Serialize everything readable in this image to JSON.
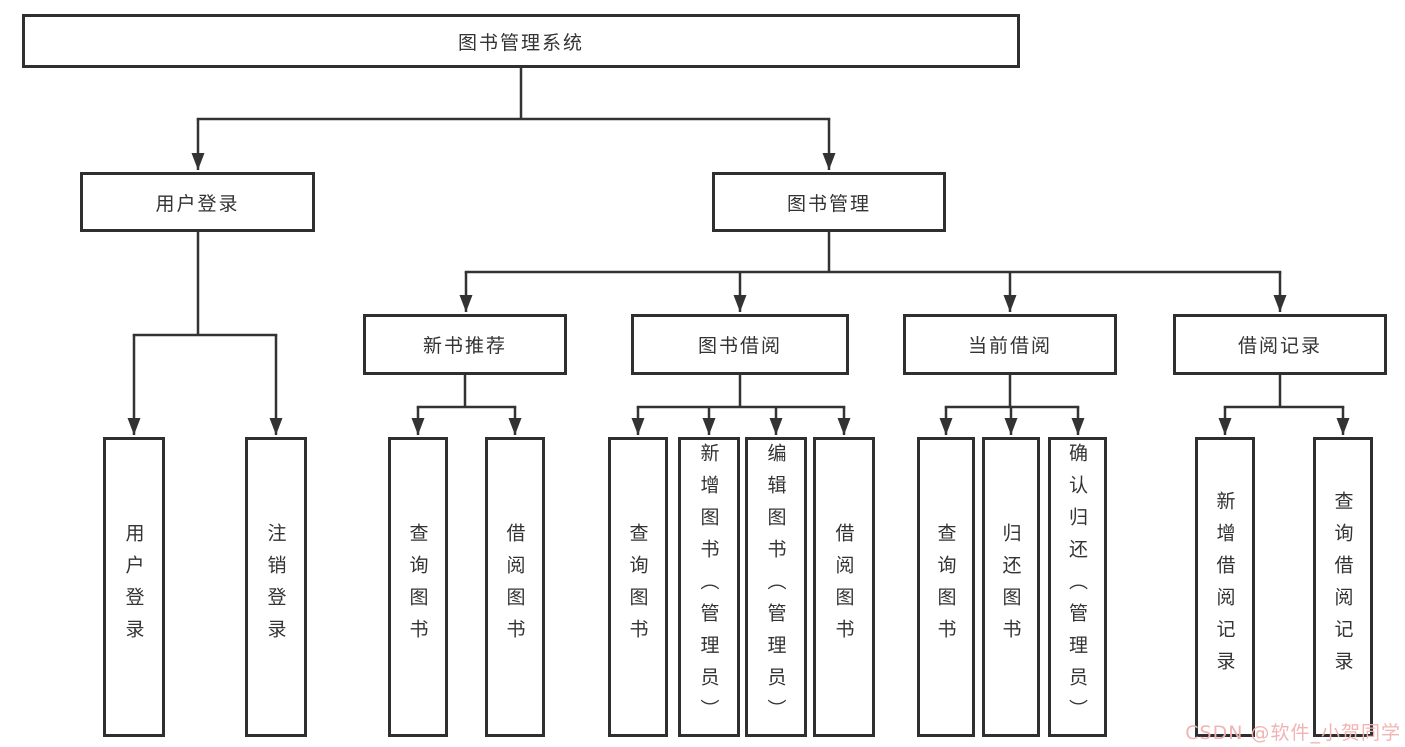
{
  "nodes": {
    "root": {
      "label": "图书管理系统"
    },
    "user_login": {
      "label": "用户登录"
    },
    "book_mgmt": {
      "label": "图书管理"
    },
    "new_book_rec": {
      "label": "新书推荐"
    },
    "book_borrow": {
      "label": "图书借阅"
    },
    "current_borrow": {
      "label": "当前借阅"
    },
    "borrow_records": {
      "label": "借阅记录"
    },
    "login_leaf": {
      "label": "用户登录"
    },
    "logout_leaf": {
      "label": "注销登录"
    },
    "rec_query_book": {
      "label": "查询图书"
    },
    "rec_borrow_book": {
      "label": "借阅图书"
    },
    "bb_query_book": {
      "label": "查询图书"
    },
    "bb_add_book": {
      "label": "新增图书（管理员）"
    },
    "bb_edit_book": {
      "label": "编辑图书（管理员）"
    },
    "bb_borrow_book": {
      "label": "借阅图书"
    },
    "cb_query_book": {
      "label": "查询图书"
    },
    "cb_return_book": {
      "label": "归还图书"
    },
    "cb_confirm_return": {
      "label": "确认归还（管理员）"
    },
    "br_add_record": {
      "label": "新增借阅记录"
    },
    "br_query_record": {
      "label": "查询借阅记录"
    }
  },
  "hierarchy": {
    "图书管理系统": {
      "用户登录": [
        "用户登录",
        "注销登录"
      ],
      "图书管理": {
        "新书推荐": [
          "查询图书",
          "借阅图书"
        ],
        "图书借阅": [
          "查询图书",
          "新增图书（管理员）",
          "编辑图书（管理员）",
          "借阅图书"
        ],
        "当前借阅": [
          "查询图书",
          "归还图书",
          "确认归还（管理员）"
        ],
        "借阅记录": [
          "新增借阅记录",
          "查询借阅记录"
        ]
      }
    }
  },
  "watermark": {
    "text": "CSDN @软件_小贺同学",
    "color": "#f0b4b2"
  },
  "colors": {
    "line": "#333333",
    "border": "#2f2f2f",
    "text": "#333333",
    "background": "#ffffff"
  }
}
